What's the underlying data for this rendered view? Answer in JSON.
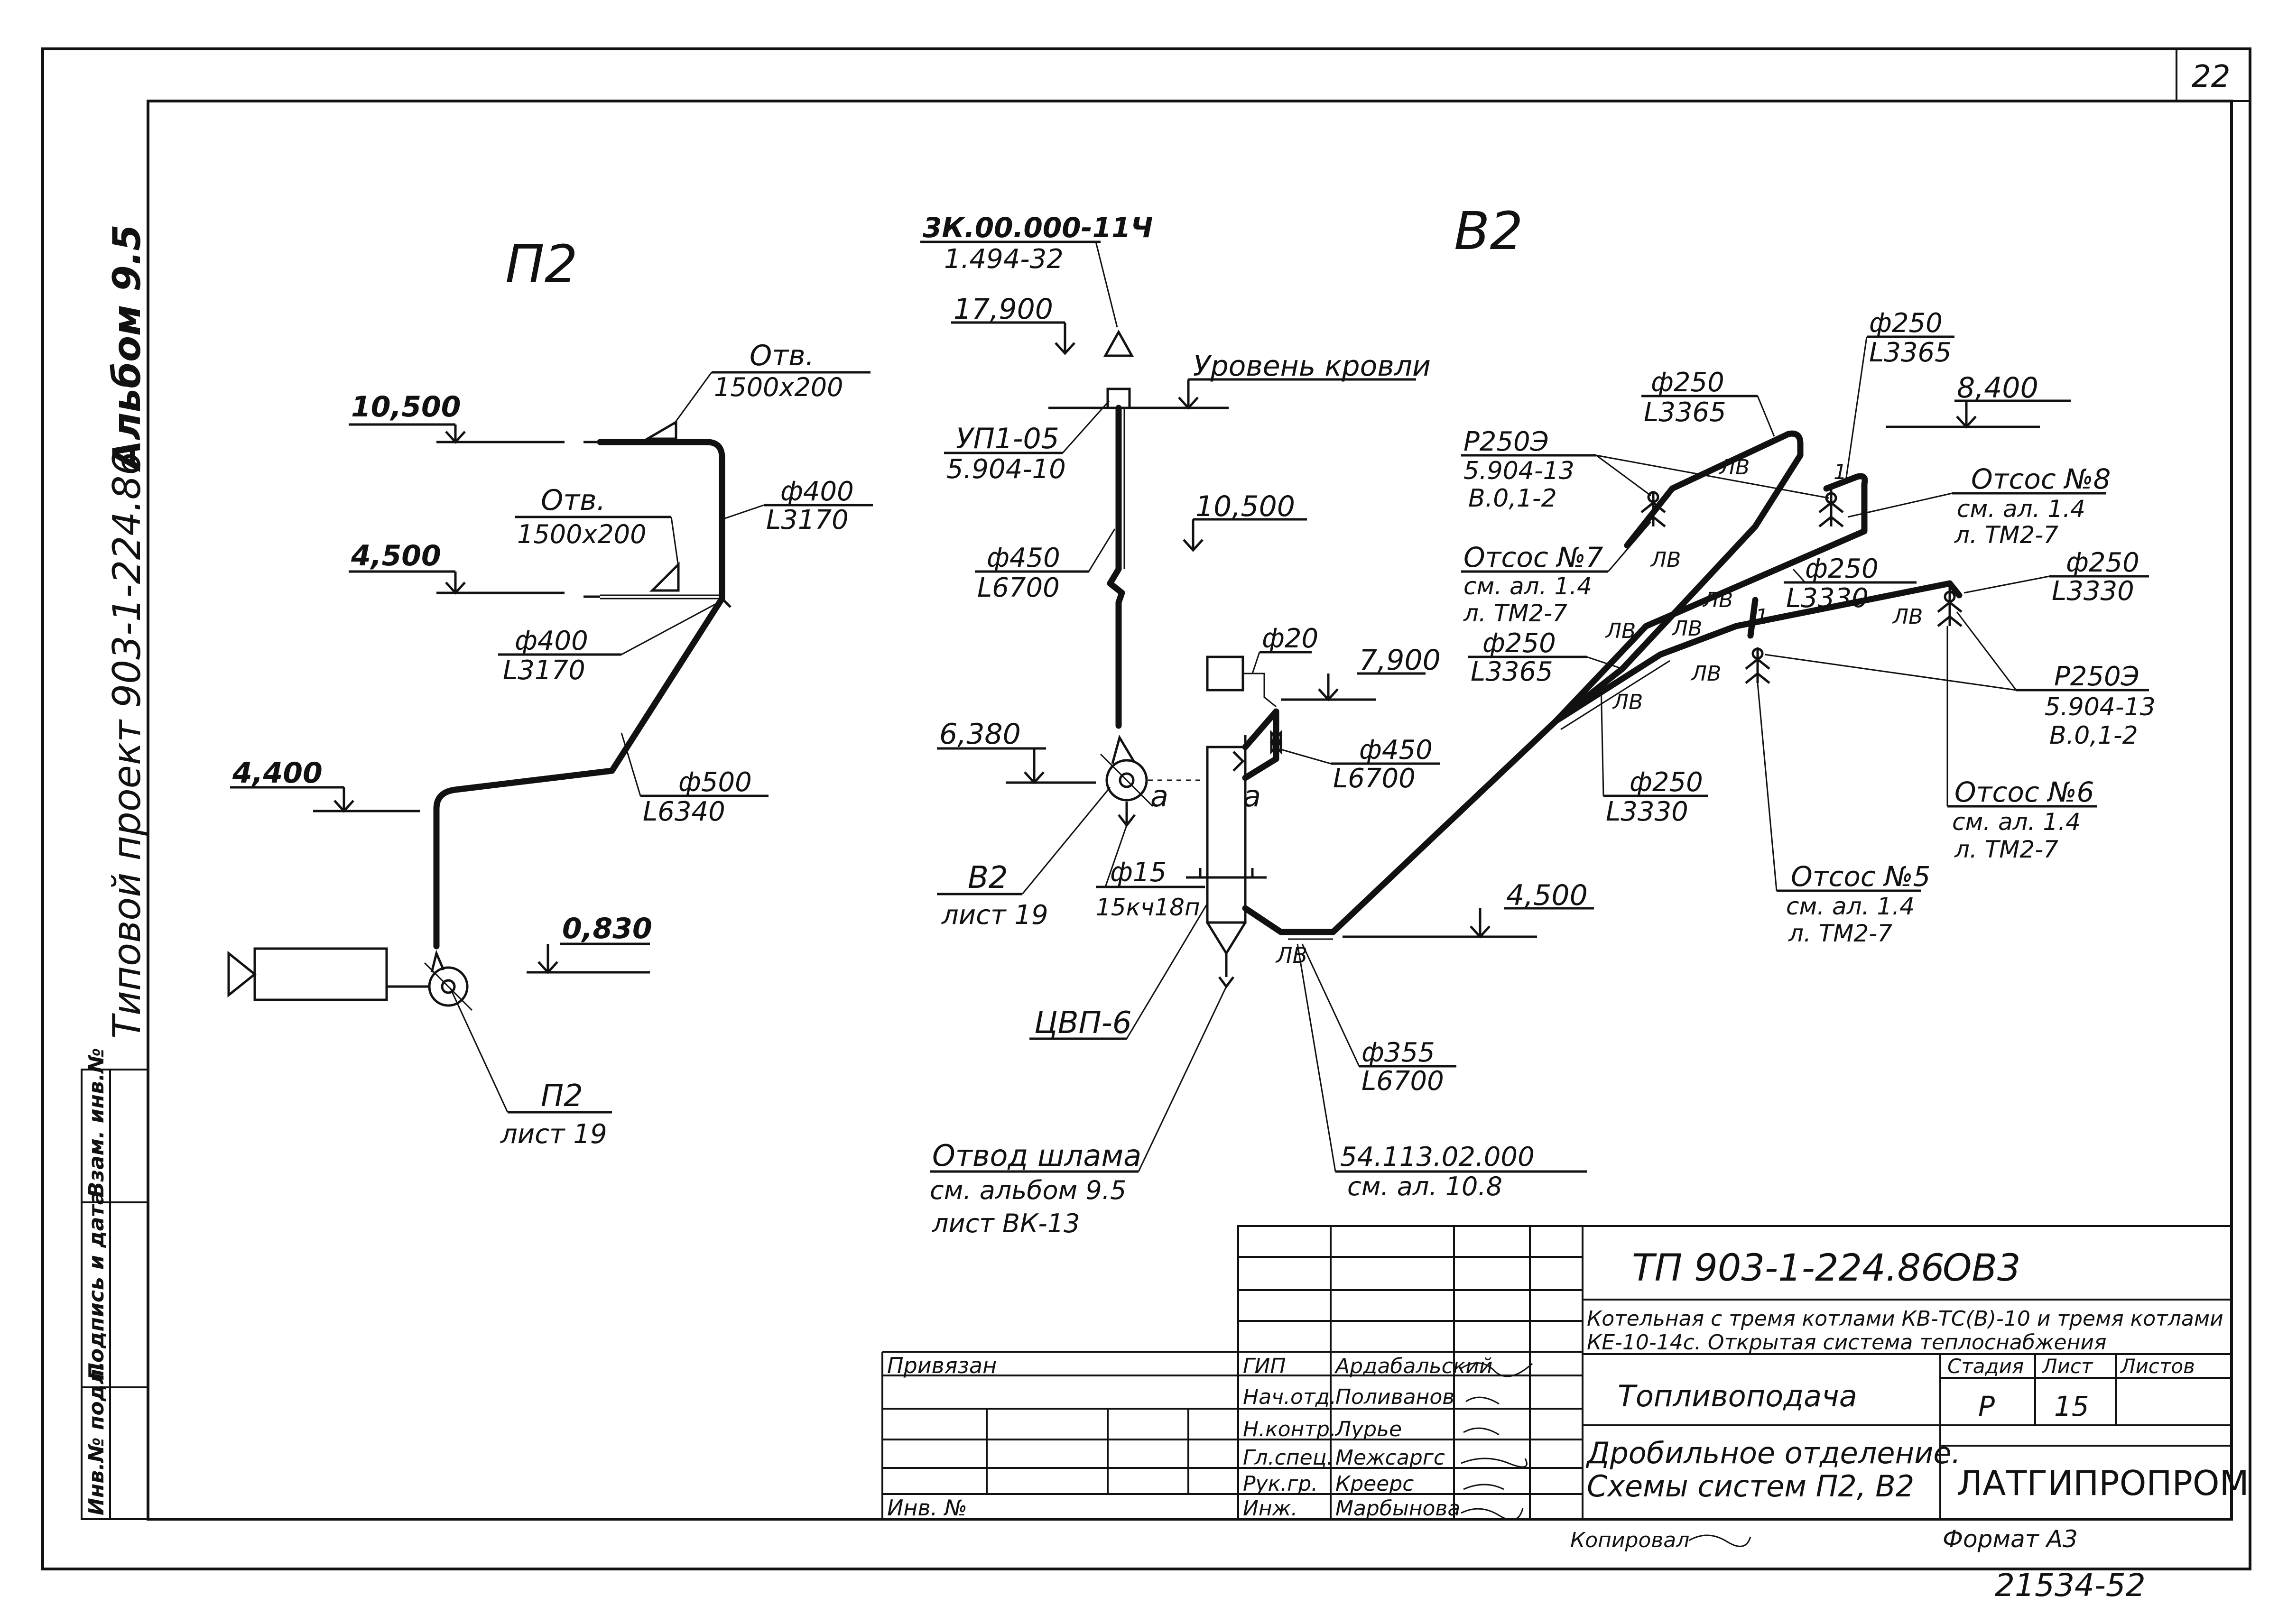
{
  "sheet_number": "22",
  "side": {
    "album": "Альбом 9.5",
    "project": "Типовой проект 903-1-224.86",
    "stamp_1": "Взам. инв.№",
    "stamp_2": "Подпись и дата",
    "stamp_3": "Инв.№ подл."
  },
  "p2": {
    "title": "П2",
    "level_10500": "10,500",
    "level_4500": "4,500",
    "level_4400": "4,400",
    "level_0830": "0,830",
    "otv_1_a": "Отв.",
    "otv_1_b": "1500х200",
    "otv_2_a": "Отв.",
    "otv_2_b": "1500х200",
    "d400_a": "ф400",
    "l3170_a": "L3170",
    "d400_b": "ф400",
    "l3170_b": "L3170",
    "d500": "ф500",
    "l6340": "L6340",
    "fan_ref_a": "П2",
    "fan_ref_b": "лист 19"
  },
  "b2": {
    "title": "В2",
    "top_ref_a": "3К.00.000-11Ч",
    "top_ref_b": "1.494-32",
    "level_17900": "17,900",
    "roof_level": "Уровень кровли",
    "up_a": "УП1-05",
    "up_b": "5.904-10",
    "level_10500": "10,500",
    "d450_a": "ф450",
    "l6700_a": "L6700",
    "level_6380": "6,380",
    "fan_ref_a": "В2",
    "fan_ref_b": "лист 19",
    "valve_a": "ф15",
    "valve_b": "15кч18п",
    "mark_a1": "а",
    "mark_a2": "а",
    "d20": "ф20",
    "level_7900": "7,900",
    "d450_b": "ф450",
    "l6700_b": "L6700",
    "cyclone": "ЦВП-6",
    "sludge_a": "Отвод шлама",
    "sludge_b": "см. альбом 9.5",
    "sludge_c": "лист ВК-13",
    "lv_main": "ЛВ",
    "d355": "ф355",
    "l6700_c": "L6700",
    "ref_54_a": "54.113.02.000",
    "ref_54_b": "см. ал. 10.8",
    "level_4500": "4,500",
    "d250_l3365_a": "ф250",
    "l3365_a": "L3365",
    "d250_l3365_b": "ф250",
    "l3365_b": "L3365",
    "level_8400": "8,400",
    "r250_a": "Р250Э",
    "r250_b": "5.904-13",
    "r250_c": "В.0,1-2",
    "ots7_a": "Отсос №7",
    "ots7_b": "см. ал. 1.4",
    "ots7_c": "л. ТМ2-7",
    "ots8_a": "Отсос №8",
    "ots8_b": "см. ал. 1.4",
    "ots8_c": "л. ТМ2-7",
    "d250_l3330_a": "ф250",
    "l3330_a": "L3330",
    "d250_l3330_b": "ф250",
    "l3330_b": "L3330",
    "d250_l3365_c": "ф250",
    "l3365_c": "L3365",
    "r250r_a": "Р250Э",
    "r250r_b": "5.904-13",
    "r250r_c": "В.0,1-2",
    "ots6_a": "Отсос №6",
    "ots6_b": "см. ал. 1.4",
    "ots6_c": "л. ТМ2-7",
    "d250_l3330_c": "ф250",
    "l3330_c": "L3330",
    "ots5_a": "Отсос №5",
    "ots5_b": "см. ал. 1.4",
    "ots5_c": "л. ТМ2-7",
    "lv": "ЛВ",
    "one": "1"
  },
  "title_block": {
    "project_code": "ТП 903-1-224.86",
    "section": "ОВ3",
    "description_1": "Котельная с тремя котлами КВ-ТС(В)-10 и тремя котлами",
    "description_2": "КЕ-10-14с. Открытая система теплоснабжения",
    "privyazan": "Привязан",
    "inv_no": "Инв. №",
    "stage_h": "Стадия",
    "sheet_h": "Лист",
    "sheets_h": "Листов",
    "stage": "Р",
    "sheet": "15",
    "object": "Топливоподача",
    "drawing_1": "Дробильное отделение.",
    "drawing_2": "Схемы систем П2, В2",
    "organization": "ЛАТГИПРОПРОМ",
    "roles": [
      "ГИП",
      "Нач.отд.",
      "Н.контр.",
      "Гл.спец.",
      "Рук.гр.",
      "Инж."
    ],
    "names": [
      "Ардабальский",
      "Поливанов",
      "Лурье",
      "Межсаргс",
      "Креерс",
      "Марбынова"
    ]
  },
  "footer": {
    "copied": "Копировал",
    "format": "Формат А3",
    "number": "21534-52"
  }
}
